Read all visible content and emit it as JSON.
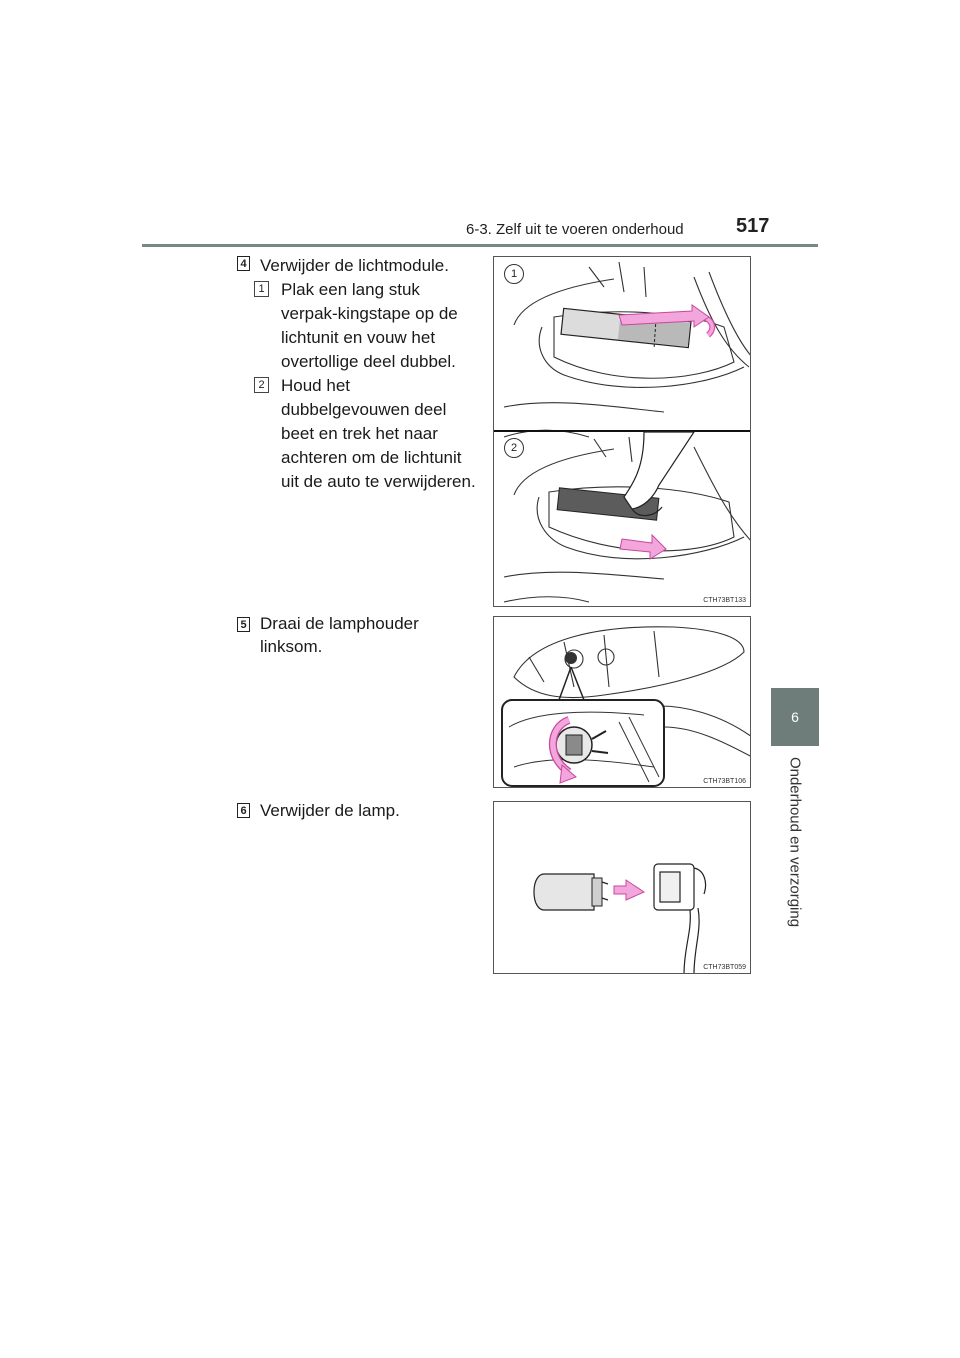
{
  "header": {
    "section_title": "6-3. Zelf uit te voeren onderhoud",
    "page_number": "517"
  },
  "side_tab": {
    "chapter_number": "6",
    "chapter_label": "Onderhoud en verzorging"
  },
  "steps": [
    {
      "number": "4",
      "text": "Verwijder de lichtmodule.",
      "substeps": [
        {
          "number": "1",
          "text": "Plak een lang stuk verpak-kingstape op de lichtunit en vouw het overtollige deel dubbel."
        },
        {
          "number": "2",
          "text": "Houd het dubbelgevouwen deel beet en trek het naar achteren om de lichtunit uit de auto te verwijderen."
        }
      ]
    },
    {
      "number": "5",
      "text": "Draai de lamphouder linksom."
    },
    {
      "number": "6",
      "text": "Verwijder de lamp."
    }
  ],
  "figures": [
    {
      "code": "CTH73BT133",
      "panel_labels": [
        "1",
        "2"
      ]
    },
    {
      "code": "CTH73BT106"
    },
    {
      "code": "CTH73BT059"
    }
  ],
  "colors": {
    "accent": "#f2a6dc",
    "tab": "#6f7d7a",
    "rule": "#7a8885"
  }
}
